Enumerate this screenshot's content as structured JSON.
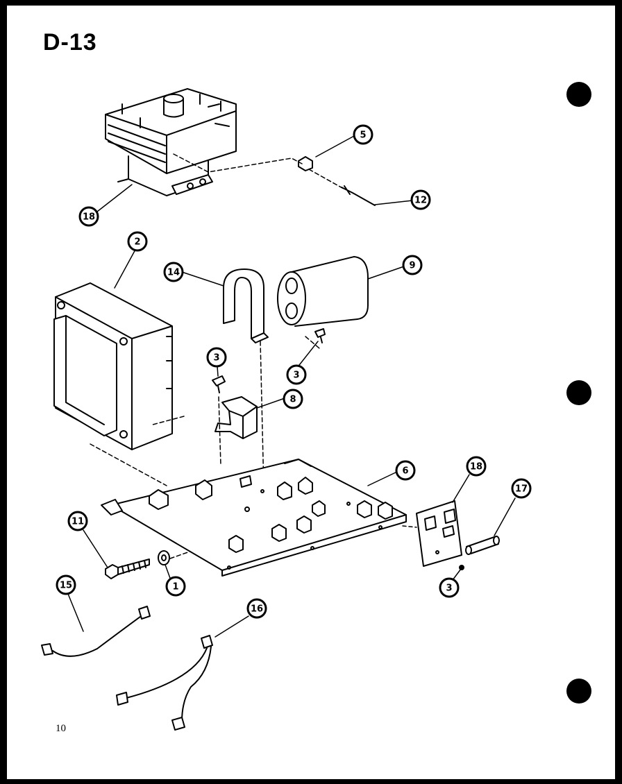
{
  "page": {
    "title": "D-13",
    "page_number": "10"
  },
  "callouts": {
    "c18a": "18",
    "c5": "5",
    "c12": "12",
    "c2": "2",
    "c14": "14",
    "c9": "9",
    "c3a": "3",
    "c3b": "3",
    "c8": "8",
    "c6": "6",
    "c18b": "18",
    "c17": "17",
    "c11": "11",
    "c1": "1",
    "c3c": "3",
    "c15": "15",
    "c16": "16"
  },
  "binder_holes": 3
}
